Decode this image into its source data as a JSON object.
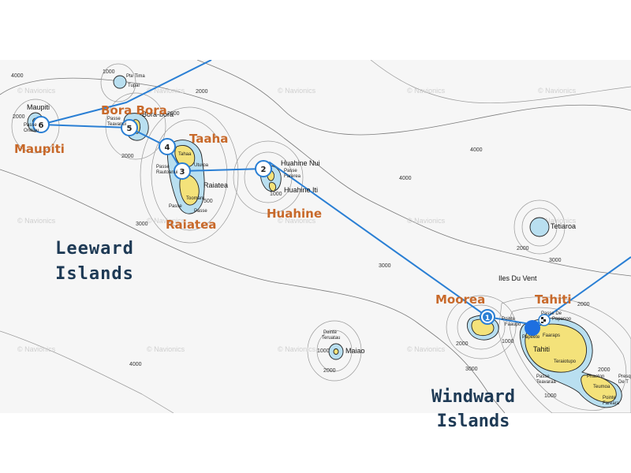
{
  "watermark": "© Navionics",
  "islands": {
    "maupiti": {
      "chart_name": "Maupiti",
      "label": "Maupiti",
      "passe": "Passe",
      "passe_name": "Onoiau"
    },
    "bora_bora": {
      "label": "Bora Bora",
      "chart_name": "Bora-bora",
      "pte": "Pte Tima",
      "pte_name": "Tupai",
      "passe": "Passe",
      "passe_name": "Teavanui"
    },
    "taaha": {
      "label": "Taaha",
      "chart_name": "Tahaa",
      "pt": "Uturoa"
    },
    "raiatea": {
      "label": "Raiatea",
      "chart_name": "Raiatea",
      "passe1": "Passe",
      "passe1_name": "Rautoanui",
      "passe2": "Passe",
      "passe2_name": "Passe",
      "peak": "Toomaru"
    },
    "huahine": {
      "label": "Huahine",
      "north": "Huahine Nui",
      "south": "Huahine Iti",
      "passe": "Passe",
      "passe_name": "Farerea"
    },
    "tetiaroa": {
      "chart_name": "Tetiaroa"
    },
    "maiao": {
      "chart_name": "Maiao",
      "pointe": "Pointe",
      "pointe_name": "Teruatau"
    },
    "moorea": {
      "label": "Moorea",
      "pointe": "Pointe",
      "pointe_name": "Faaupo"
    },
    "tahiti": {
      "label": "Tahiti",
      "chart_name": "Tahiti",
      "papeete": "Papeete",
      "faaa": "Faaraps",
      "passe": "Passe De",
      "passe_name": "Papenoo",
      "teraiotupo": "Teraiotupo",
      "passe_south": "Passe",
      "passe_south_name": "Teavaraa",
      "phaeton": "Phaeton",
      "teumoa": "Teumoa",
      "pointe": "Pointe",
      "pointe_name": "Fareara",
      "presq": "Presq",
      "presq2": "De T"
    }
  },
  "area_label": "Iles Du Vent",
  "regions": {
    "leeward_1": "Leeward",
    "leeward_2": "Islands",
    "windward_1": "Windward",
    "windward_2": "Islands"
  },
  "waypoints": [
    "1",
    "2",
    "3",
    "4",
    "5",
    "6"
  ],
  "depths": {
    "d4000": "4000",
    "d3000": "3000",
    "d2000": "2000",
    "d1000": "1000",
    "d500": "500"
  }
}
